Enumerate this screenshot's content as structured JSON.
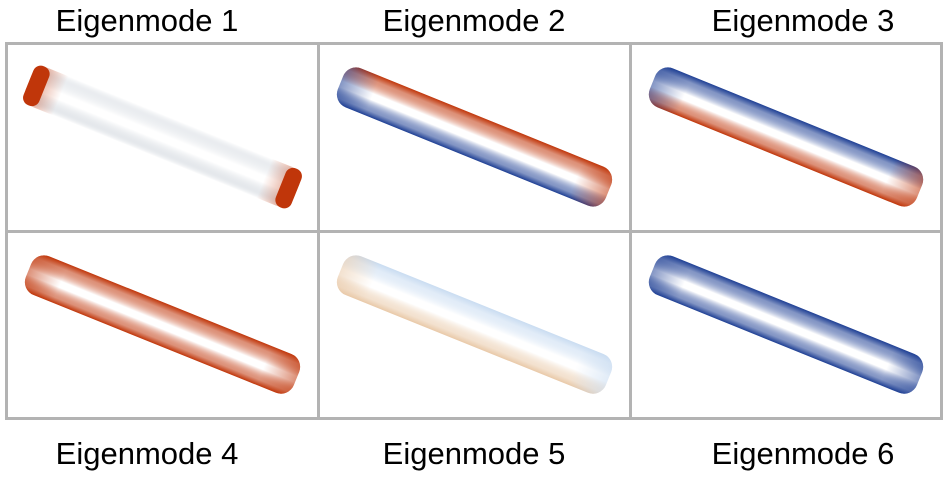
{
  "figure": {
    "modes": [
      {
        "label": "Eigenmode 1",
        "left_color": "#c0360a",
        "right_color": "#c0360a",
        "top_color": "#ffffff",
        "bottom_color": "#ffffff",
        "end_caps": true
      },
      {
        "label": "Eigenmode 2",
        "left_color": "#1e3f94",
        "right_color": "#c0360a",
        "top_color": "#c0360a",
        "bottom_color": "#1e3f94",
        "end_caps": false
      },
      {
        "label": "Eigenmode 3",
        "left_color": "#1e3f94",
        "right_color": "#c0360a",
        "top_color": "#1e3f94",
        "bottom_color": "#c0360a",
        "end_caps": false
      },
      {
        "label": "Eigenmode 4",
        "left_color": "#c0360a",
        "right_color": "#c0360a",
        "top_color": "#c0360a",
        "bottom_color": "#c0360a",
        "end_caps": false
      },
      {
        "label": "Eigenmode 5",
        "left_color": "#e9c9a8",
        "right_color": "#c9dcf1",
        "top_color": "#c9dcf1",
        "bottom_color": "#e9c9a8",
        "end_caps": false
      },
      {
        "label": "Eigenmode 6",
        "left_color": "#1e3f94",
        "right_color": "#1e3f94",
        "top_color": "#1e3f94",
        "bottom_color": "#1e3f94",
        "end_caps": false
      }
    ],
    "frame_color": "#b3b3b3"
  }
}
